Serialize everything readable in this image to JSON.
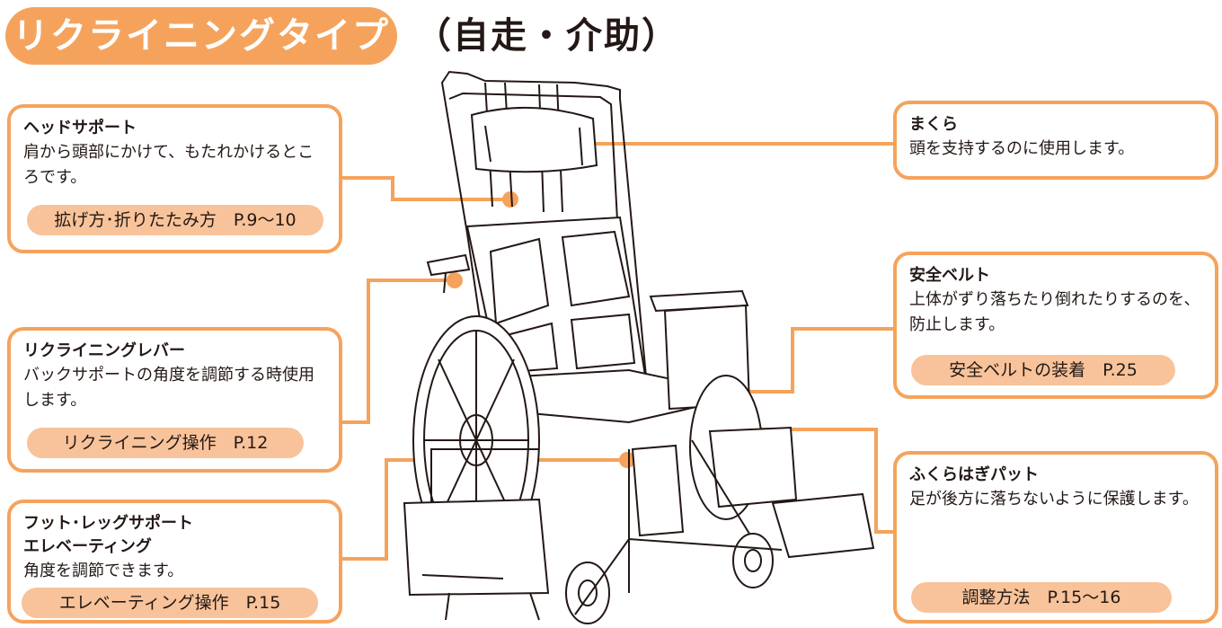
{
  "title": {
    "main": "リクライニングタイプ",
    "sub": "（自走・介助）"
  },
  "callouts": {
    "head_support": {
      "head": "ヘッドサポート",
      "desc": "肩から頭部にかけて、もたれかけるところです。",
      "ref": "拡げ方･折りたたみ方　P.9～10"
    },
    "recline_lever": {
      "head": "リクライニングレバー",
      "desc": "バックサポートの角度を調節する時使用します。",
      "ref": "リクライニング操作　P.12"
    },
    "foot_leg": {
      "head1": "フット･レッグサポート",
      "head2": "エレベーティング",
      "desc": "角度を調節できます。",
      "ref": "エレベーティング操作　P.15"
    },
    "pillow": {
      "head": "まくら",
      "desc": "頭を支持するのに使用します。"
    },
    "belt": {
      "head": "安全ベルト",
      "desc": "上体がずり落ちたり倒れたりするのを､防止します。",
      "ref": "安全ベルトの装着　P.25"
    },
    "calf_pad": {
      "head": "ふくらはぎパット",
      "desc": "足が後方に落ちないように保護します。",
      "ref": "調整方法　P.15～16"
    }
  },
  "colors": {
    "accent": "#f5a35c",
    "pill": "#f8c39a",
    "text": "#231815"
  }
}
